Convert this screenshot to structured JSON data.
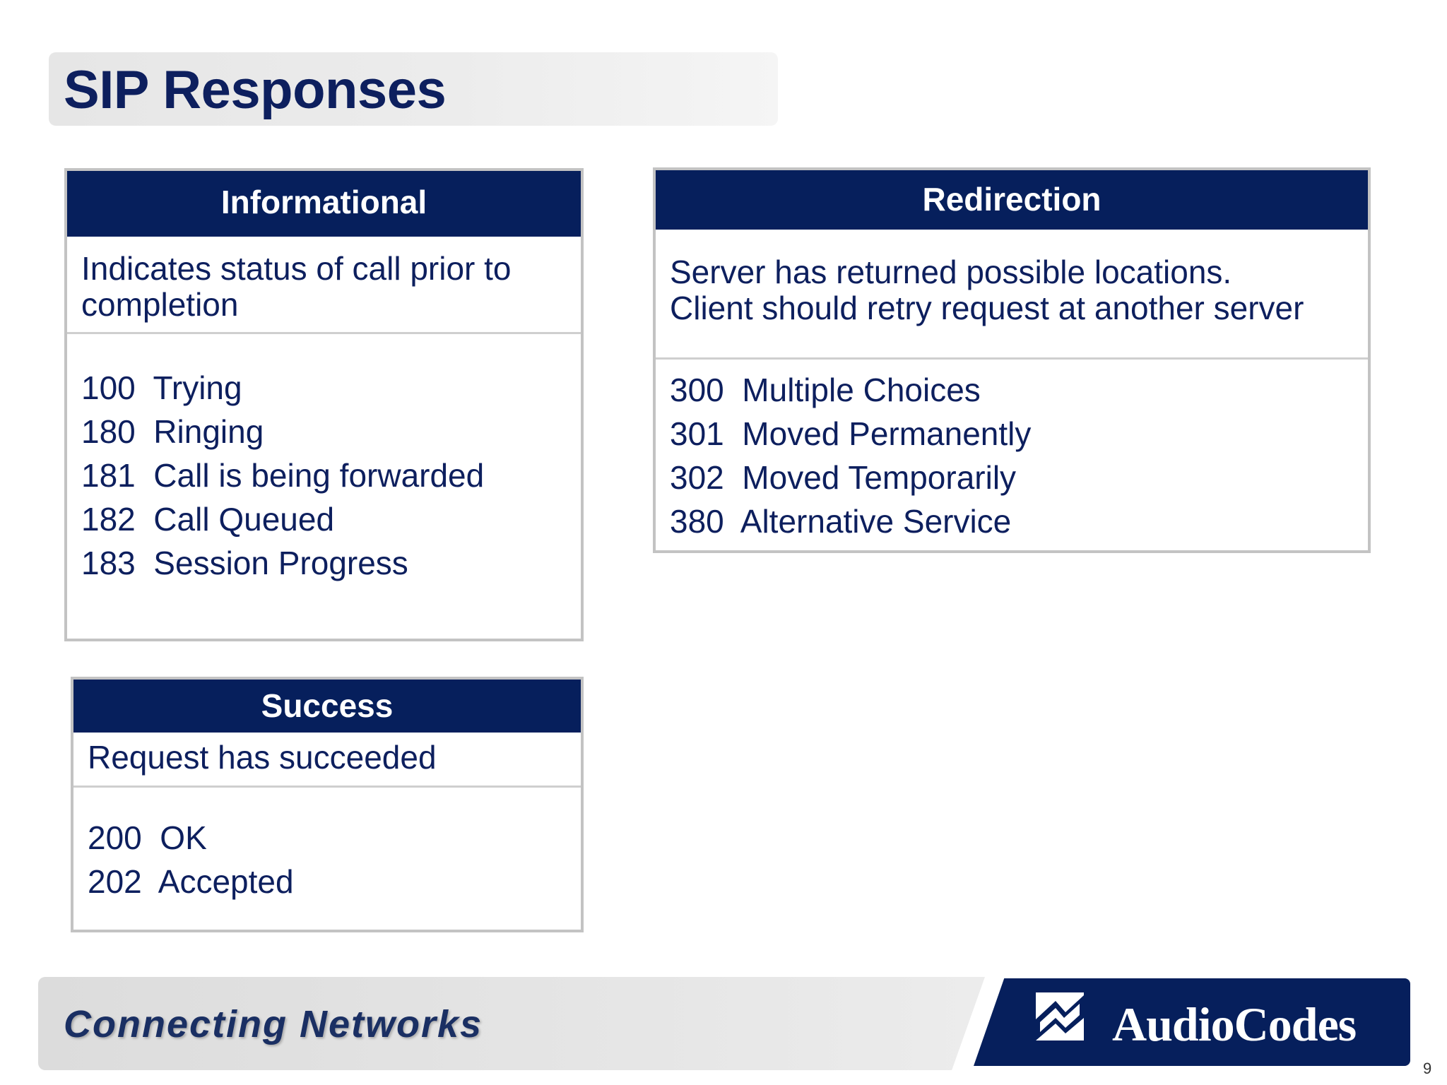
{
  "slide": {
    "title": "SIP Responses",
    "page_number": "9"
  },
  "informational": {
    "heading": "Informational",
    "description_lines": [
      "Indicates status of call prior to",
      "completion"
    ],
    "codes": [
      "100  Trying",
      "180  Ringing",
      "181  Call is being forwarded",
      "182  Call Queued",
      "183  Session Progress"
    ]
  },
  "redirection": {
    "heading": "Redirection",
    "description_lines": [
      "Server has returned possible locations.",
      "Client should retry request at another server"
    ],
    "codes": [
      "300  Multiple Choices",
      "301  Moved Permanently",
      "302  Moved Temporarily",
      "380  Alternative Service"
    ]
  },
  "success": {
    "heading": "Success",
    "description_lines": [
      "Request has succeeded"
    ],
    "codes": [
      "200  OK",
      "202  Accepted"
    ]
  },
  "footer": {
    "tagline": "Connecting Networks",
    "brand": "AudioCodes"
  },
  "colors": {
    "navy": "#061f5c",
    "text": "#0d1f5e",
    "border": "#c3c3c3"
  }
}
